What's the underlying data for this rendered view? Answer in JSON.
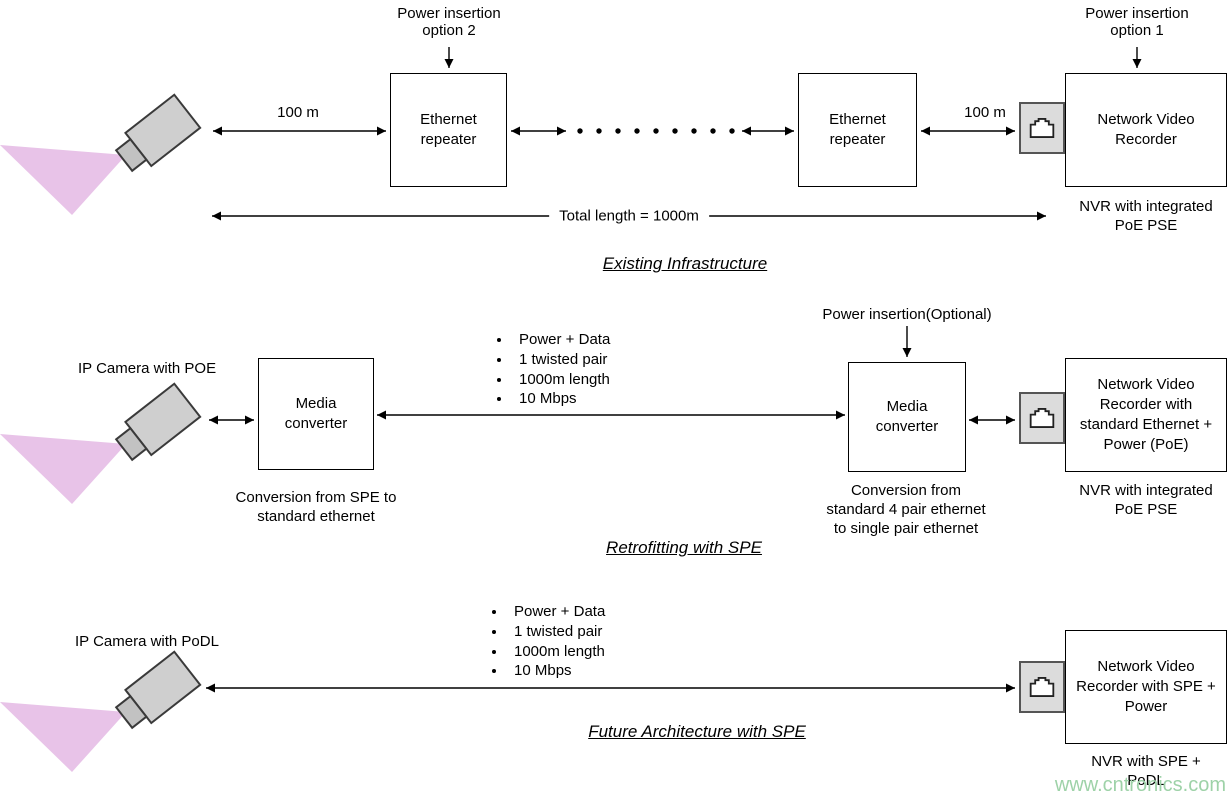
{
  "colors": {
    "cone": "#e8c3e8",
    "watermark": "#9ed2a8"
  },
  "existing": {
    "title": "Existing Infrastructure",
    "power_insertion_option2": "Power insertion\noption 2",
    "power_insertion_option1": "Power insertion\noption 1",
    "distance_left": "100 m",
    "distance_right": "100 m",
    "repeater_left": "Ethernet\nrepeater",
    "repeater_right": "Ethernet\nrepeater",
    "nvr": "Network Video\nRecorder",
    "nvr_caption": "NVR with integrated\nPoE PSE",
    "total_length": "Total length = 1000m"
  },
  "retrofit": {
    "title": "Retrofitting with SPE",
    "camera_label": "IP Camera with POE",
    "power_insertion": "Power insertion(Optional)",
    "bullets": [
      "Power + Data",
      "1 twisted pair",
      "1000m length",
      "10 Mbps"
    ],
    "media_converter_left": "Media\nconverter",
    "media_converter_right": "Media\nconverter",
    "left_caption": "Conversion from SPE to\nstandard ethernet",
    "right_caption": "Conversion from\nstandard 4 pair ethernet\nto single pair ethernet",
    "nvr": "Network Video\nRecorder with\nstandard Ethernet +\nPower (PoE)",
    "nvr_caption": "NVR with integrated\nPoE PSE"
  },
  "future": {
    "title": "Future Architecture with SPE",
    "camera_label": "IP Camera with PoDL",
    "bullets": [
      "Power + Data",
      "1 twisted pair",
      "1000m length",
      "10 Mbps"
    ],
    "nvr": "Network Video\nRecorder with SPE +\nPower",
    "nvr_caption": "NVR with SPE +\nPoDL"
  },
  "watermark": "www.cntronics.com"
}
